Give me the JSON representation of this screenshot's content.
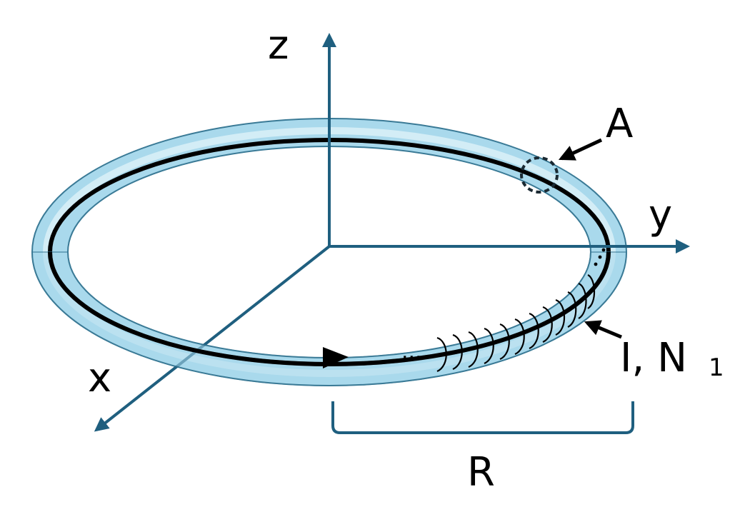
{
  "labels": {
    "z_axis": "z",
    "y_axis": "y",
    "x_axis": "x",
    "area": "A",
    "current_turns_main": "I, N",
    "current_turns_sub": "1",
    "radius": "R",
    "ellipsis": "..."
  },
  "colors": {
    "axis": "#1f5f7f",
    "torus_fill": "#a9d9ec",
    "torus_edge": "#3a7a96",
    "wire": "#000000",
    "background": "#ffffff"
  }
}
